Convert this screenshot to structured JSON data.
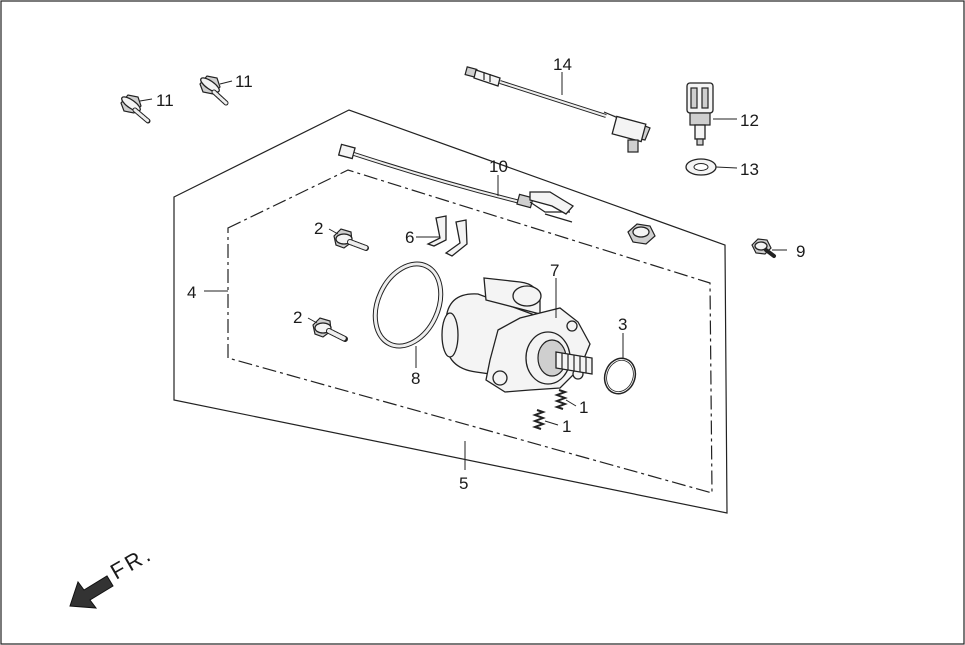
{
  "diagram": {
    "callouts": [
      {
        "id": "c1a",
        "text": "1"
      },
      {
        "id": "c1b",
        "text": "1"
      },
      {
        "id": "c2a",
        "text": "2"
      },
      {
        "id": "c2b",
        "text": "2"
      },
      {
        "id": "c3",
        "text": "3"
      },
      {
        "id": "c4",
        "text": "4"
      },
      {
        "id": "c5",
        "text": "5"
      },
      {
        "id": "c6",
        "text": "6"
      },
      {
        "id": "c7",
        "text": "7"
      },
      {
        "id": "c8",
        "text": "8"
      },
      {
        "id": "c9",
        "text": "9"
      },
      {
        "id": "c10",
        "text": "10"
      },
      {
        "id": "c11a",
        "text": "11"
      },
      {
        "id": "c11b",
        "text": "11"
      },
      {
        "id": "c12",
        "text": "12"
      },
      {
        "id": "c13",
        "text": "13"
      },
      {
        "id": "c14",
        "text": "14"
      }
    ],
    "direction_label": "FR."
  }
}
